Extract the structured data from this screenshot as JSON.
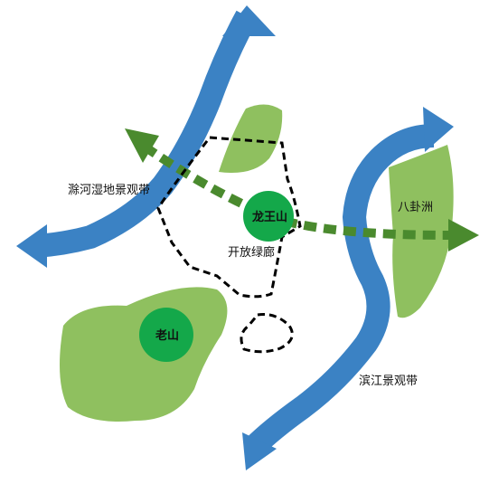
{
  "colors": {
    "river": "#3b82c4",
    "green_area": "#8fc05f",
    "hill": "#14a84a",
    "corridor": "#4a8a2e",
    "boundary": "#000000",
    "background": "#ffffff"
  },
  "labels": {
    "chuhe_wetland": "滁河湿地景观带",
    "binjiang": "滨江景观带",
    "bagua_zhou": "八卦洲",
    "longwang_shan": "龙王山",
    "lao_shan": "老山",
    "open_corridor": "开放绿廊"
  }
}
